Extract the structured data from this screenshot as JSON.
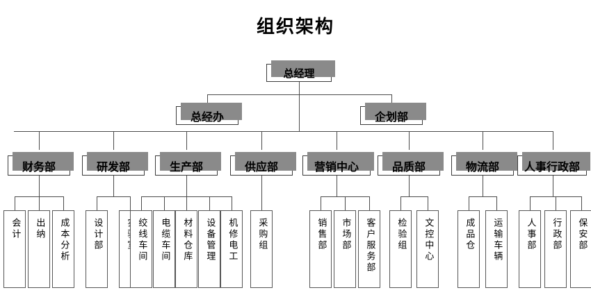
{
  "title": "组织架构",
  "nodes": {
    "ceo": {
      "label": "总经理"
    },
    "gm_office": {
      "label": "总经办"
    },
    "planning": {
      "label": "企划部"
    },
    "finance": {
      "label": "财务部"
    },
    "rnd": {
      "label": "研发部"
    },
    "production": {
      "label": "生产部"
    },
    "supply": {
      "label": "供应部"
    },
    "marketing": {
      "label": "营销中心"
    },
    "quality": {
      "label": "品质部"
    },
    "logistics": {
      "label": "物流部"
    },
    "hr_admin": {
      "label": "人事行政部"
    }
  },
  "leaves": {
    "accounting": {
      "label": "会计"
    },
    "cashier": {
      "label": "出纳"
    },
    "cost_analysis": {
      "label": "成本分析"
    },
    "design_dept": {
      "label": "设计部"
    },
    "lab": {
      "label": "实验室"
    },
    "stranding_workshop": {
      "label": "绞线车间"
    },
    "cable_workshop": {
      "label": "电缆车间"
    },
    "material_warehouse": {
      "label": "材料仓库"
    },
    "equipment_mgmt": {
      "label": "设备管理"
    },
    "maintenance_electrician": {
      "label": "机修电工"
    },
    "purchasing_group": {
      "label": "采购组"
    },
    "sales_dept": {
      "label": "销售部"
    },
    "market_dept": {
      "label": "市场部"
    },
    "customer_service": {
      "label": "客户服务部"
    },
    "inspection_group": {
      "label": "检验组"
    },
    "doc_control_center": {
      "label": "文控中心"
    },
    "finished_goods_warehouse": {
      "label": "成品仓"
    },
    "transport_vehicles": {
      "label": "运输车辆"
    },
    "personnel_dept": {
      "label": "人事部"
    },
    "admin_dept": {
      "label": "行政部"
    },
    "security_dept": {
      "label": "保安部"
    }
  },
  "colors": {
    "box_border": "#3a3a3a",
    "box_fill": "#ffffff",
    "shadow": "#8a8a8a",
    "line": "#4a4a4a",
    "text": "#000000"
  }
}
